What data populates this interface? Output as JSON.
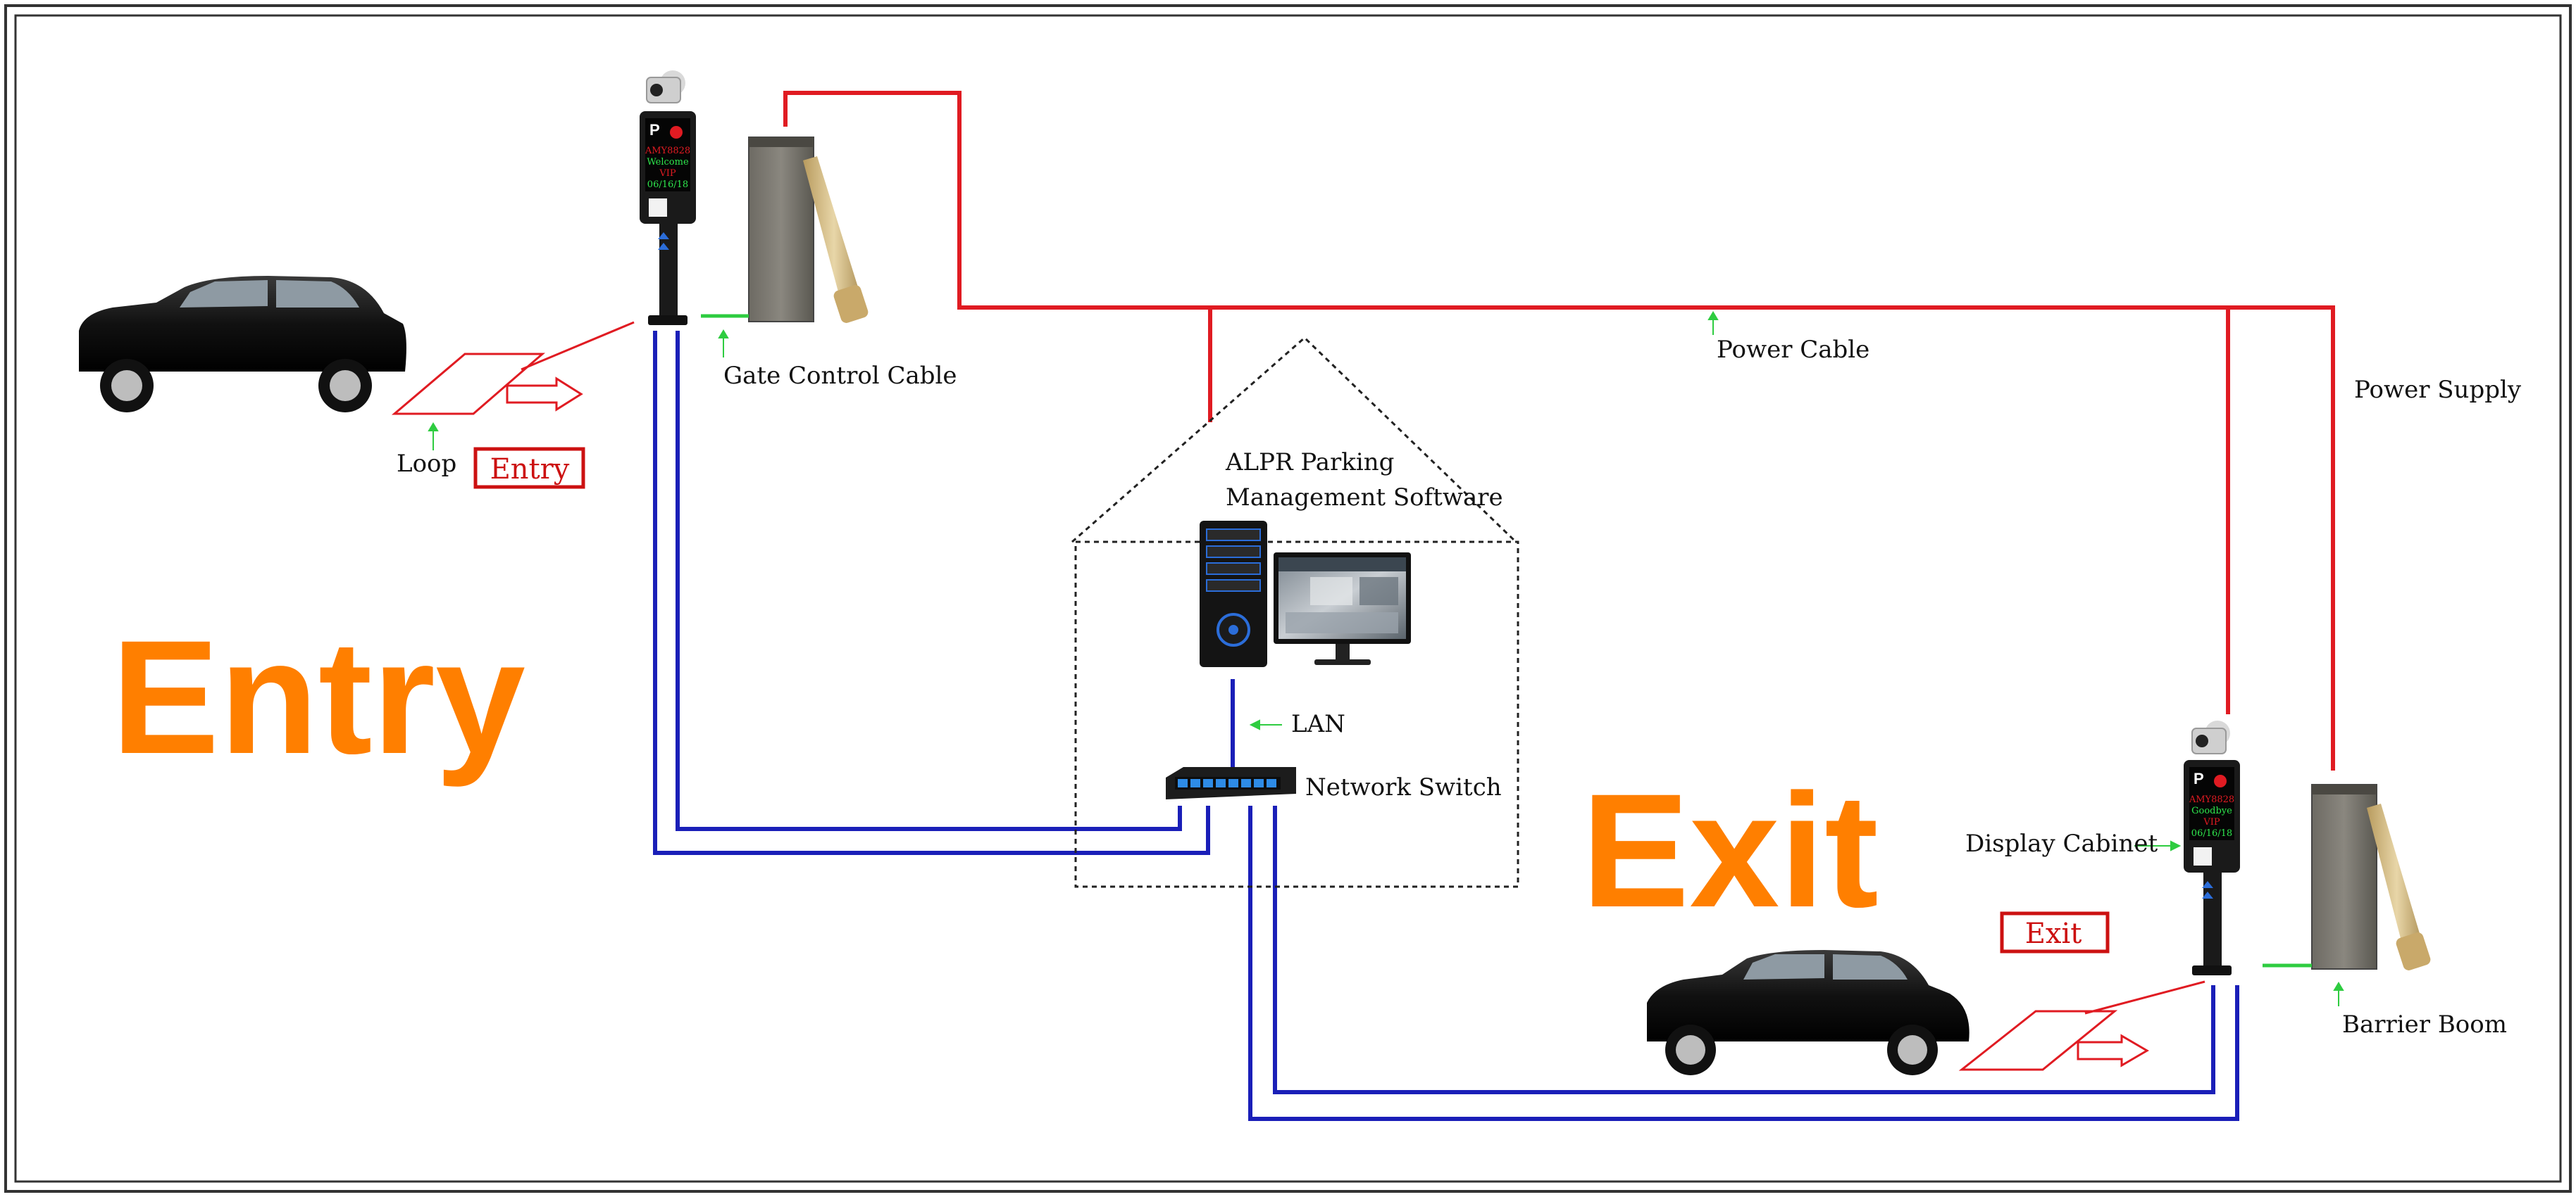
{
  "labels": {
    "loop": "Loop",
    "entry_sign": "Entry",
    "gate_control_cable": "Gate Control Cable",
    "power_cable": "Power Cable",
    "power_supply": "Power Supply",
    "software_line1": "ALPR Parking",
    "software_line2": "Management Software",
    "lan": "LAN",
    "network_switch": "Network Switch",
    "exit_sign": "Exit",
    "display_cabinet": "Display Cabinet",
    "barrier_boom": "Barrier Boom",
    "entry_big": "Entry",
    "exit_big": "Exit"
  },
  "display_entry": {
    "p": "P",
    "plate": "AMY8828",
    "msg": "Welcome",
    "vip": "VIP",
    "date": "06/16/18"
  },
  "display_exit": {
    "p": "P",
    "plate": "AMY8828",
    "msg": "Goodbye",
    "vip": "VIP",
    "date": "06/16/18"
  },
  "colors": {
    "power_cable": "#E01B22",
    "network_cable": "#1A1FB8",
    "pointer_arrow": "#2ECC40",
    "zone_label": "#FF7F00",
    "sign_border": "#CC1111"
  }
}
